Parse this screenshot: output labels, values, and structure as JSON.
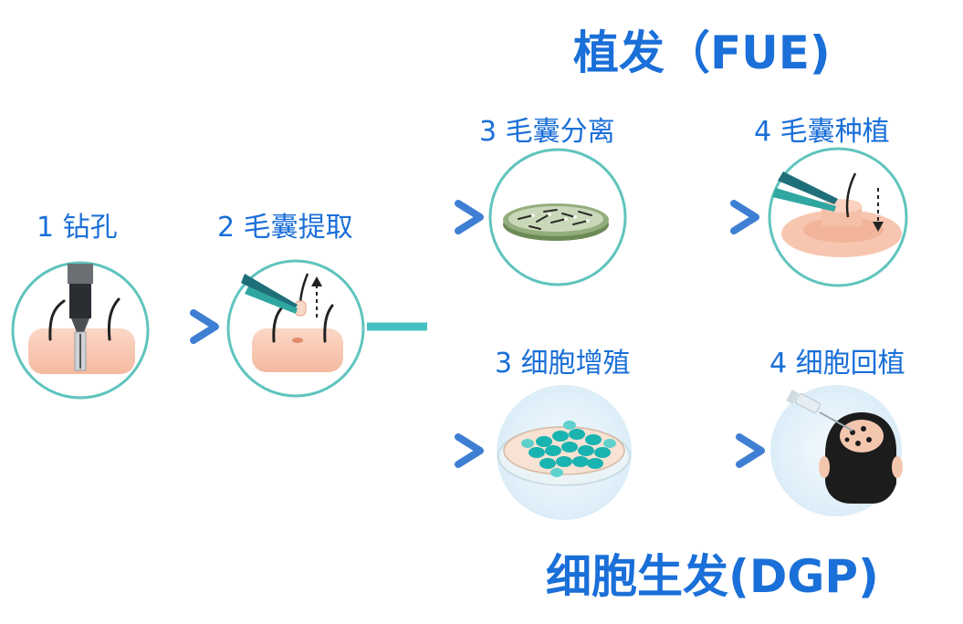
{
  "titles": {
    "fue": "植发（FUE)",
    "dgp": "细胞生发(DGP)"
  },
  "steps": {
    "drill": "1 钻孔",
    "extract": "2 毛囊提取",
    "separate": "3 毛囊分离",
    "implant": "4 毛囊种植",
    "culture": "3 细胞增殖",
    "reimplant": "4 细胞回植"
  },
  "colors": {
    "title_blue": "#1a6fd8",
    "circle_teal": "#5fc4bd",
    "arrow_teal": "#45c0c2",
    "arrow_blue": "#3f7fd3",
    "skin": "#f7c6b0",
    "cell_teal": "#19b3b0"
  },
  "icons": [
    "drill-icon",
    "tweezers-icon",
    "petri-dish-icon",
    "hair-follicle-icon",
    "syringe-icon",
    "head-icon",
    "up-arrow-icon",
    "down-arrow-icon"
  ]
}
